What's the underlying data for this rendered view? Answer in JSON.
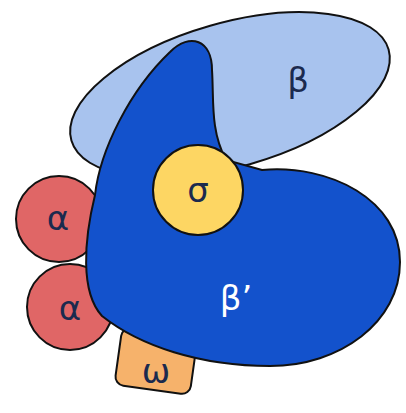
{
  "diagram": {
    "nodes": [
      {
        "text": [
          "β"
        ]
      },
      {
        "text": [
          "σ"
        ]
      },
      {
        "text": [
          "α"
        ]
      },
      {
        "text": [
          "β’"
        ]
      },
      {
        "text": [
          "α"
        ]
      },
      {
        "text": [
          "ω"
        ]
      }
    ]
  }
}
